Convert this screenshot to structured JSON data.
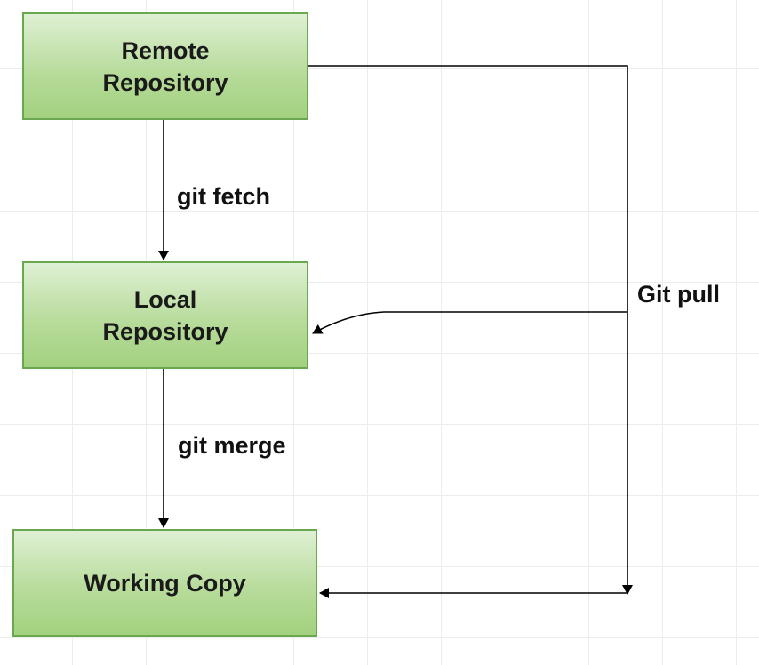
{
  "diagram": {
    "nodes": {
      "remote": "Remote\nRepository",
      "local": "Local\nRepository",
      "working": "Working Copy"
    },
    "edges": {
      "fetch": "git fetch",
      "merge": "git merge",
      "pull": "Git pull"
    },
    "colors": {
      "node_fill": "#b8dc9c",
      "node_border": "#6aa84f",
      "line": "#000000"
    }
  }
}
